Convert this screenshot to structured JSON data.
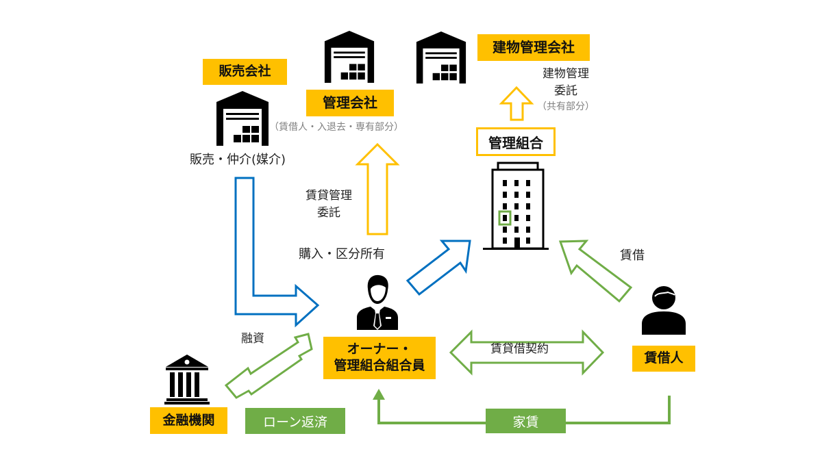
{
  "colors": {
    "yellow": "#FFC000",
    "blue": "#0070C0",
    "green": "#70AD47",
    "black": "#000000"
  },
  "entities": {
    "sales_company": {
      "label": "販売会社",
      "icon": "warehouse-icon",
      "caption": "販売・仲介(媒介)"
    },
    "management_company": {
      "label": "管理会社",
      "icon": "warehouse-icon",
      "note": "（賃借人・入退去・専有部分）"
    },
    "building_management_company": {
      "label": "建物管理会社",
      "icon": "warehouse-icon"
    },
    "management_association": {
      "label": "管理組合",
      "icon": "building-icon"
    },
    "owner": {
      "label_line1": "オーナー・",
      "label_line2": "管理組合組合員",
      "icon": "businessman-icon"
    },
    "tenant": {
      "label": "賃借人",
      "icon": "person-icon"
    },
    "financial_institution": {
      "label": "金融機関",
      "icon": "bank-icon"
    }
  },
  "relations": {
    "rental_management_line1": "賃貸管理",
    "rental_management_line2": "委託",
    "building_management_line1": "建物管理",
    "building_management_line2": "委託",
    "building_management_note": "（共有部分）",
    "purchase": "購入・区分所有",
    "lease": "賃借",
    "lease_contract": "賃貸借契約",
    "financing": "融資",
    "loan_repayment": "ローン返済",
    "rent": "家賃"
  }
}
